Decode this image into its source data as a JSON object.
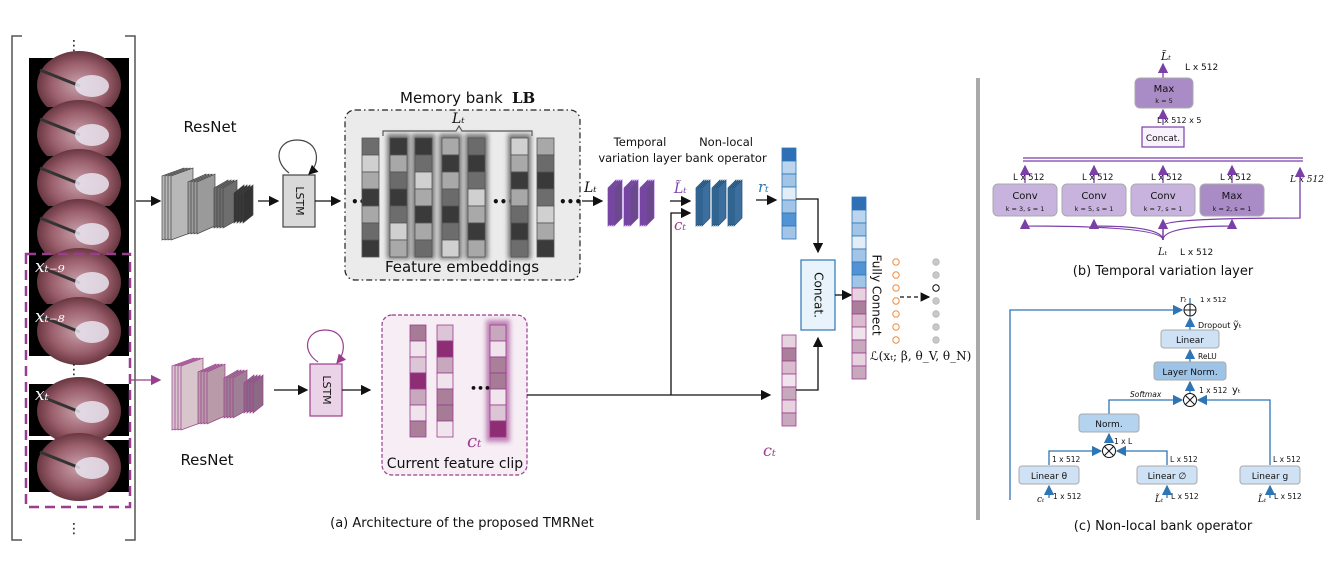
{
  "panel_a": {
    "caption": "(a) Architecture of the proposed TMRNet",
    "frames": {
      "labels": [
        "x_{t-9}",
        "x_{t-8}",
        "x_t"
      ],
      "label_text": [
        "xₜ₋₉",
        "xₜ₋₈",
        "xₜ"
      ],
      "dots": "⋮"
    },
    "top_branch": {
      "resnet_label": "ResNet",
      "lstm_label": "LSTM",
      "memory_bank_title": "Memory bank",
      "memory_bank_bold": "LB",
      "bracket_label": "Lₜ",
      "feature_embeddings_label": "Feature embeddings",
      "Lt_arrow_label": "Lₜ",
      "ellipsis": "•••"
    },
    "bottom_branch": {
      "resnet_label": "ResNet",
      "lstm_label": "LSTM",
      "current_clip_label": "Current feature clip",
      "ct_label": "cₜ",
      "ellipsis": "•••"
    },
    "tvl": {
      "title_line1": "Temporal",
      "title_line2": "variation layer",
      "output_label": "L̃ₜ",
      "ct_label": "cₜ"
    },
    "nlbo": {
      "title_line1": "Non-local",
      "title_line2": "bank operator",
      "output_label": "rₜ"
    },
    "concat_label": "Concat.",
    "ct_vector_label": "cₜ",
    "fully_connect_label": "Fully Connect",
    "loss_label": "ℒ(xₜ; β, θ_V, θ_N)",
    "colors": {
      "purple": "#9b3d8e",
      "tvl_purple": "#7b3fa8",
      "blue": "#2e75b6",
      "orange": "#f08a3c"
    }
  },
  "panel_b": {
    "caption": "(b) Temporal variation layer",
    "output_label": "L̃ₜ",
    "output_dim": "L x 512",
    "max_top": {
      "label": "Max",
      "param": "k = 5"
    },
    "concat_dim": "L x 512 x 5",
    "concat_label": "Concat.",
    "branches": [
      {
        "label": "Conv",
        "param": "k = 3, s = 1",
        "dim": "L x 512"
      },
      {
        "label": "Conv",
        "param": "k = 5, s = 1",
        "dim": "L x 512"
      },
      {
        "label": "Conv",
        "param": "k = 7, s = 1",
        "dim": "L x 512"
      },
      {
        "label": "Max",
        "param": "k = 2, s = 1",
        "dim": "L x 512"
      }
    ],
    "skip_dim": "L x 512",
    "input_label": "Lₜ",
    "input_dim": "L x 512"
  },
  "panel_c": {
    "caption": "(c) Non-local bank operator",
    "output_label": "rₜ",
    "output_dim": "1 x 512",
    "dropout_label": "Dropout",
    "y_tilde_label": "ỹₜ",
    "linear_label": "Linear",
    "relu_label": "ReLU",
    "layer_norm_label": "Layer Norm.",
    "softmax_label": "Softmax",
    "yt_dim": "1 x 512",
    "yt_label": "yₜ",
    "norm_label": "Norm.",
    "norm_dim": "1 x L",
    "linear_theta": {
      "label": "Linear",
      "sym": "θ",
      "out_dim": "1 x 512",
      "in_label": "cₜ",
      "in_dim": "1 x 512"
    },
    "linear_phi": {
      "label": "Linear",
      "sym": "∅",
      "out_dim": "L x 512",
      "in_label": "L̃ₜ",
      "in_dim": "L x 512"
    },
    "linear_g": {
      "label": "Linear",
      "sym": "g",
      "out_dim": "L x 512",
      "in_label": "L̃ₜ",
      "in_dim": "L x 512"
    }
  }
}
